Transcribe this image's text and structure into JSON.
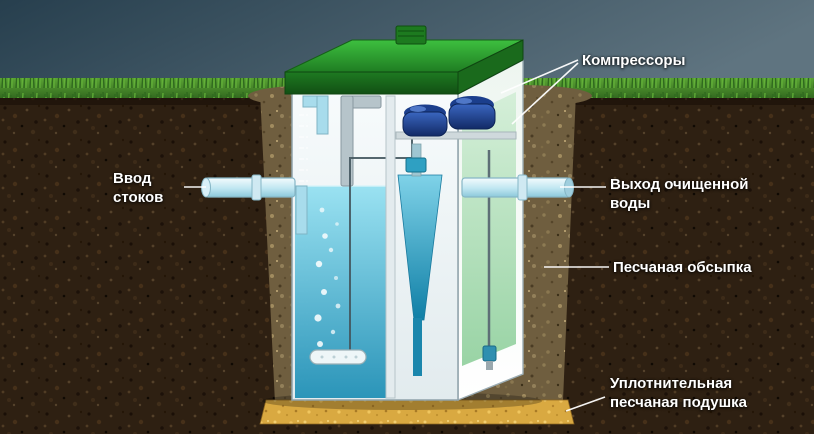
{
  "labels": {
    "compressors": "Компрессоры",
    "inlet": "Ввод\nстоков",
    "outlet": "Выход очищенной\nводы",
    "sand_backfill": "Песчаная обсыпка",
    "sand_cushion": "Уплотнительная\nпесчаная подушка"
  },
  "colors": {
    "sky_dark": "#2a4353",
    "sky_light": "#5d7280",
    "grass_green": "#3f8427",
    "soil_brown": "#2e2012",
    "pit_sand": "#6f5e3f",
    "cushion_sand": "#d9a941",
    "tank_body": "#f2f7f8",
    "lid_green": "#2f9a2f",
    "water_blue": "#1f93ba",
    "compressor_blue": "#1c3f8e",
    "pipe_blue": "#a8dcec",
    "label_text": "#ffffff"
  }
}
